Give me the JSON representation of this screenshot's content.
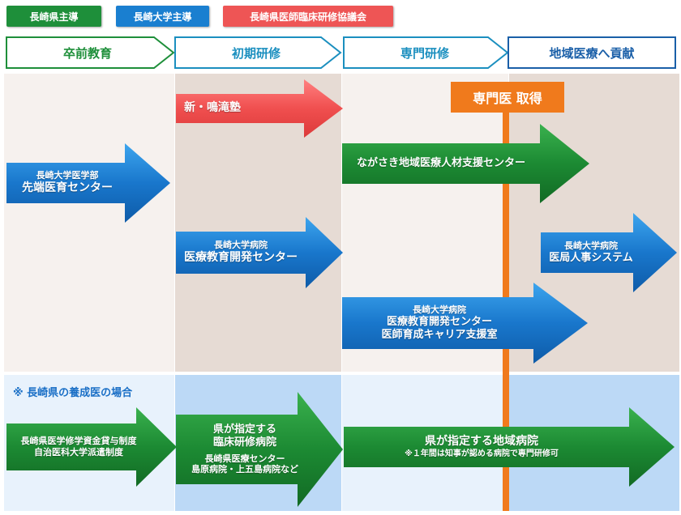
{
  "legend": [
    {
      "label": "長崎県主導",
      "color": "#1e8f3a"
    },
    {
      "label": "長崎大学主導",
      "color": "#1a7fd0"
    },
    {
      "label": "長崎県医師臨床研修協議会",
      "color": "#ee5555"
    }
  ],
  "stages": [
    {
      "label": "卒前教育",
      "color": "#1e8f3a"
    },
    {
      "label": "初期研修",
      "color": "#1b8fbf"
    },
    {
      "label": "専門研修",
      "color": "#1b8fbf"
    },
    {
      "label": "地域医療へ貢献",
      "color": "#1a5fa8"
    }
  ],
  "milestone": {
    "label": "専門医 取得",
    "color": "#f07a1c"
  },
  "arrows": {
    "shin_narutaki": {
      "line1": "新・鳴滝塾"
    },
    "sentan": {
      "line1": "長崎大学医学部",
      "line2": "先端医育センター"
    },
    "nagasaki_support": {
      "line1": "ながさき地域医療人材支援センター"
    },
    "iryo_kyoiku_1": {
      "line1": "長崎大学病院",
      "line2": "医療教育開発センター"
    },
    "ikyoku": {
      "line1": "長崎大学病院",
      "line2": "医局人事システム"
    },
    "iryo_kyoiku_2": {
      "line1": "長崎大学病院",
      "line2": "医療教育開発センター",
      "line3": "医師育成キャリア支援室"
    },
    "shogaku": {
      "line1": "長崎県医学修学資金貸与制度",
      "line2": "自治医科大学派遣制度"
    },
    "rinsho": {
      "line1": "県が指定する",
      "line2": "臨床研修病院",
      "line3": "長崎県医療センター",
      "line4": "島原病院・上五島病院など"
    },
    "chiiki": {
      "line1": "県が指定する地域病院",
      "line2": "※１年間は知事が認める病院で専門研修可"
    }
  },
  "section_note": "※ 長崎県の養成医の場合"
}
